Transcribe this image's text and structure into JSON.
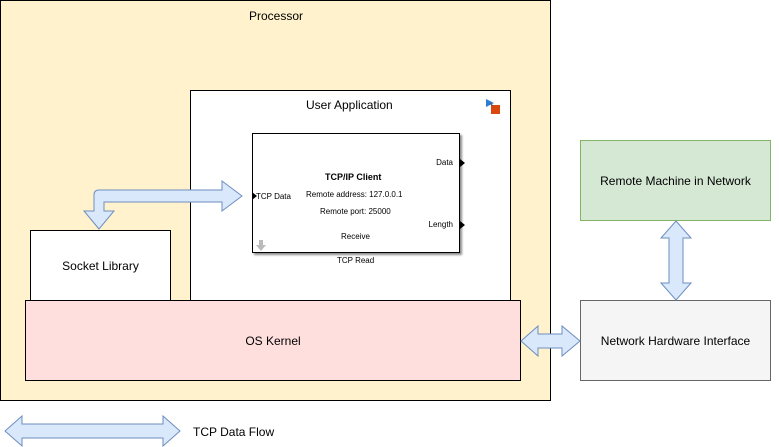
{
  "processor": {
    "label": "Processor"
  },
  "user_application": {
    "label": "User Application"
  },
  "socket_library": {
    "label": "Socket Library"
  },
  "os_kernel": {
    "label": "OS Kernel"
  },
  "remote_machine": {
    "label": "Remote Machine in Network"
  },
  "network_hardware": {
    "label": "Network Hardware Interface"
  },
  "tcp_block": {
    "title": "TCP/IP Client",
    "remote_address": "Remote address: 127.0.0.1",
    "remote_port": "Remote port: 25000",
    "mode": "Receive",
    "name": "TCP Read",
    "input_port": "TCP Data",
    "output_port_1": "Data",
    "output_port_2": "Length"
  },
  "legend": {
    "label": "TCP Data Flow"
  },
  "colors": {
    "processor_fill": "#fff2cc",
    "kernel_fill": "#ffdede",
    "remote_fill": "#d5e8d4",
    "remote_stroke": "#82b366",
    "nhi_fill": "#f5f5f5",
    "flow_arrow_fill": "#dae8fc",
    "flow_arrow_stroke": "#6c8ebf"
  }
}
